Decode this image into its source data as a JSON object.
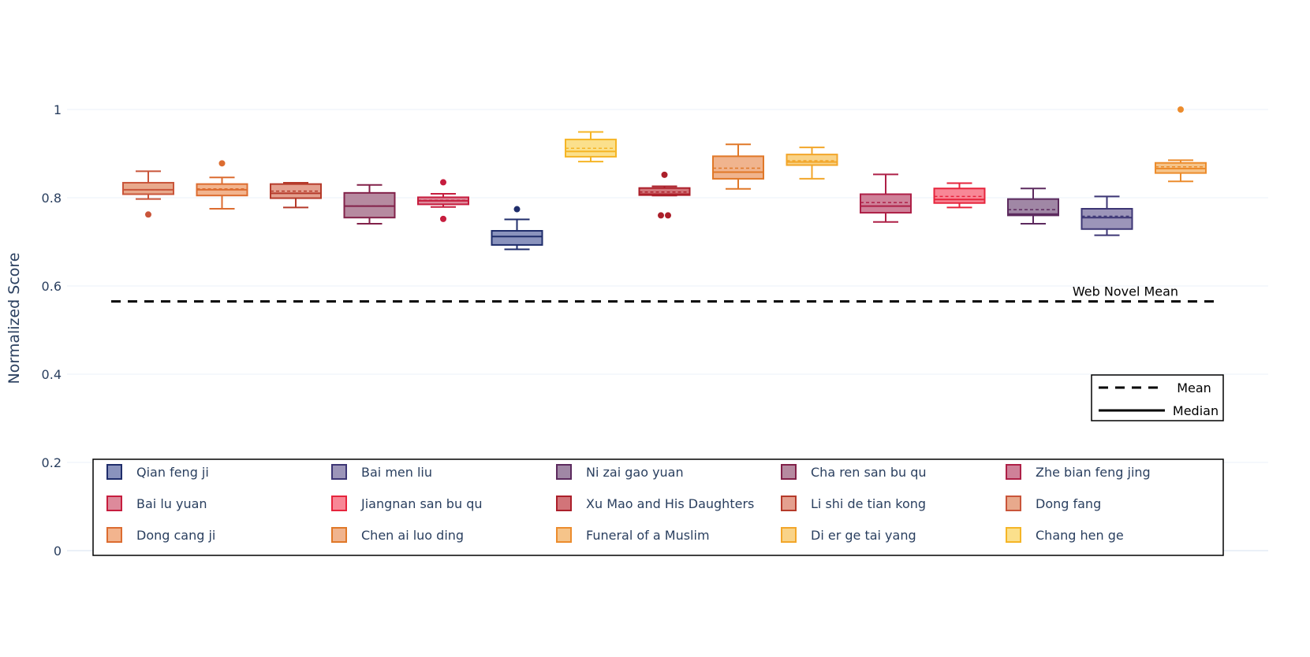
{
  "chart_data": {
    "type": "box",
    "title": "",
    "xlabel": "",
    "ylabel": "Normalized Score",
    "ylim": [
      0,
      1.1
    ],
    "yticks": [
      0,
      0.2,
      0.4,
      0.6,
      0.8,
      1
    ],
    "ytick_labels": [
      "0",
      "0.2",
      "0.4",
      "0.6",
      "0.8",
      "1"
    ],
    "grid": true,
    "reference_line": {
      "label": "Web Novel Mean",
      "value": 0.565,
      "style": "dashed",
      "color": "#000000"
    },
    "line_style_legend": [
      {
        "label": "Mean",
        "style": "dashed"
      },
      {
        "label": "Median",
        "style": "solid"
      }
    ],
    "legend_position": "bottom",
    "boxes": [
      {
        "name": "Dong fang",
        "fill": "#e8a98c",
        "stroke": "#c9553a",
        "min": 0.797,
        "q1": 0.808,
        "median": 0.818,
        "mean": 0.818,
        "q3": 0.834,
        "max": 0.86,
        "outliers": [
          0.762
        ]
      },
      {
        "name": "Dong cang ji",
        "fill": "#f2b48e",
        "stroke": "#dc6c30",
        "min": 0.775,
        "q1": 0.805,
        "median": 0.818,
        "mean": 0.82,
        "q3": 0.831,
        "max": 0.846,
        "outliers": [
          0.878
        ]
      },
      {
        "name": "Li shi de tian kong",
        "fill": "#e4a08f",
        "stroke": "#b53a2a",
        "min": 0.778,
        "q1": 0.799,
        "median": 0.81,
        "mean": 0.815,
        "q3": 0.831,
        "max": 0.834,
        "outliers": []
      },
      {
        "name": "Cha ren san bu qu",
        "fill": "#b68aa0",
        "stroke": "#822149",
        "min": 0.741,
        "q1": 0.755,
        "median": 0.781,
        "mean": 0.781,
        "q3": 0.811,
        "max": 0.829,
        "outliers": []
      },
      {
        "name": "Bai lu yuan",
        "fill": "#dd8a9b",
        "stroke": "#c61d3e",
        "min": 0.779,
        "q1": 0.785,
        "median": 0.793,
        "mean": 0.794,
        "q3": 0.801,
        "max": 0.809,
        "outliers": [
          0.835,
          0.752
        ]
      },
      {
        "name": "Qian feng ji",
        "fill": "#8a93bd",
        "stroke": "#1f2d6b",
        "min": 0.683,
        "q1": 0.693,
        "median": 0.712,
        "mean": 0.712,
        "q3": 0.725,
        "max": 0.751,
        "outliers": [
          0.774
        ]
      },
      {
        "name": "Chang hen ge",
        "fill": "#fbe08c",
        "stroke": "#f5b526",
        "min": 0.882,
        "q1": 0.893,
        "median": 0.905,
        "mean": 0.912,
        "q3": 0.932,
        "max": 0.949,
        "outliers": []
      },
      {
        "name": "Xu Mao and His Daughters",
        "fill": "#d27479",
        "stroke": "#ab1f2a",
        "min": 0.805,
        "q1": 0.806,
        "median": 0.808,
        "mean": 0.813,
        "q3": 0.822,
        "max": 0.826,
        "outliers": [
          0.852,
          0.76,
          0.76
        ]
      },
      {
        "name": "Chen ai luo ding",
        "fill": "#f0b48e",
        "stroke": "#e07828",
        "min": 0.82,
        "q1": 0.843,
        "median": 0.858,
        "mean": 0.867,
        "q3": 0.894,
        "max": 0.921,
        "outliers": []
      },
      {
        "name": "Di er ge tai yang",
        "fill": "#f9d388",
        "stroke": "#f2a62a",
        "min": 0.843,
        "q1": 0.874,
        "median": 0.881,
        "mean": 0.884,
        "q3": 0.898,
        "max": 0.914,
        "outliers": []
      },
      {
        "name": "Zhe bian feng jing",
        "fill": "#cf8199",
        "stroke": "#ae2047",
        "min": 0.745,
        "q1": 0.766,
        "median": 0.781,
        "mean": 0.789,
        "q3": 0.808,
        "max": 0.853,
        "outliers": []
      },
      {
        "name": "Jiangnan san bu qu",
        "fill": "#f88796",
        "stroke": "#e6243c",
        "min": 0.778,
        "q1": 0.788,
        "median": 0.796,
        "mean": 0.803,
        "q3": 0.821,
        "max": 0.833,
        "outliers": []
      },
      {
        "name": "Ni zai gao yuan",
        "fill": "#a087a5",
        "stroke": "#5c2a5e",
        "min": 0.741,
        "q1": 0.76,
        "median": 0.763,
        "mean": 0.773,
        "q3": 0.797,
        "max": 0.821,
        "outliers": []
      },
      {
        "name": "Bai men liu",
        "fill": "#9c95b9",
        "stroke": "#3d3675",
        "min": 0.715,
        "q1": 0.729,
        "median": 0.755,
        "mean": 0.758,
        "q3": 0.775,
        "max": 0.803,
        "outliers": []
      },
      {
        "name": "Funeral of a Muslim",
        "fill": "#f5c48a",
        "stroke": "#ec8c2d",
        "min": 0.837,
        "q1": 0.856,
        "median": 0.866,
        "mean": 0.87,
        "q3": 0.879,
        "max": 0.885,
        "outliers": [
          1.0
        ]
      }
    ],
    "legend": [
      {
        "name": "Qian feng ji",
        "fill": "#8a93bd",
        "stroke": "#1f2d6b"
      },
      {
        "name": "Bai men liu",
        "fill": "#9c95b9",
        "stroke": "#3d3675"
      },
      {
        "name": "Ni zai gao yuan",
        "fill": "#a087a5",
        "stroke": "#5c2a5e"
      },
      {
        "name": "Cha ren san bu qu",
        "fill": "#b68aa0",
        "stroke": "#822149"
      },
      {
        "name": "Zhe bian feng jing",
        "fill": "#cf8199",
        "stroke": "#ae2047"
      },
      {
        "name": "Bai lu yuan",
        "fill": "#dd8a9b",
        "stroke": "#c61d3e"
      },
      {
        "name": "Jiangnan san bu qu",
        "fill": "#f88796",
        "stroke": "#e6243c"
      },
      {
        "name": "Xu Mao and His Daughters",
        "fill": "#d27479",
        "stroke": "#ab1f2a"
      },
      {
        "name": "Li shi de tian kong",
        "fill": "#e4a08f",
        "stroke": "#b53a2a"
      },
      {
        "name": "Dong fang",
        "fill": "#e8a98c",
        "stroke": "#c9553a"
      },
      {
        "name": "Dong cang ji",
        "fill": "#f2b48e",
        "stroke": "#dc6c30"
      },
      {
        "name": "Chen ai luo ding",
        "fill": "#f0b48e",
        "stroke": "#e07828"
      },
      {
        "name": "Funeral of a Muslim",
        "fill": "#f5c48a",
        "stroke": "#ec8c2d"
      },
      {
        "name": "Di er ge tai yang",
        "fill": "#f9d388",
        "stroke": "#f2a62a"
      },
      {
        "name": "Chang hen ge",
        "fill": "#fbe08c",
        "stroke": "#f5b526"
      }
    ]
  }
}
